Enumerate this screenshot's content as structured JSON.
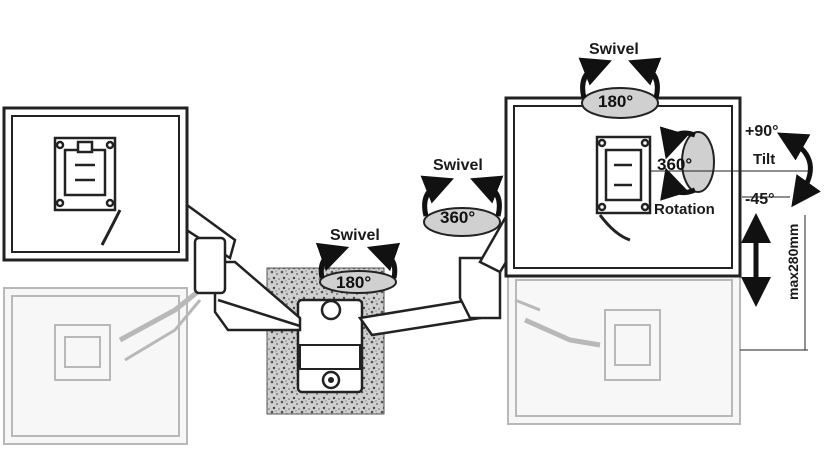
{
  "labels": {
    "swivel_center": "Swivel",
    "swivel_center_angle": "180°",
    "swivel_right_arm": "Swivel",
    "swivel_right_arm_angle": "360°",
    "swivel_top": "Swivel",
    "swivel_top_angle": "180°",
    "rotation_angle": "360°",
    "rotation": "Rotation",
    "tilt_up": "+90°",
    "tilt": "Tilt",
    "tilt_down": "-45°",
    "height_adjust": "max280mm"
  },
  "colors": {
    "outline": "#222222",
    "ghost": "#b5b5b5",
    "arrow_fill": "#d0d0d0",
    "wall": "#8a8a8a"
  }
}
